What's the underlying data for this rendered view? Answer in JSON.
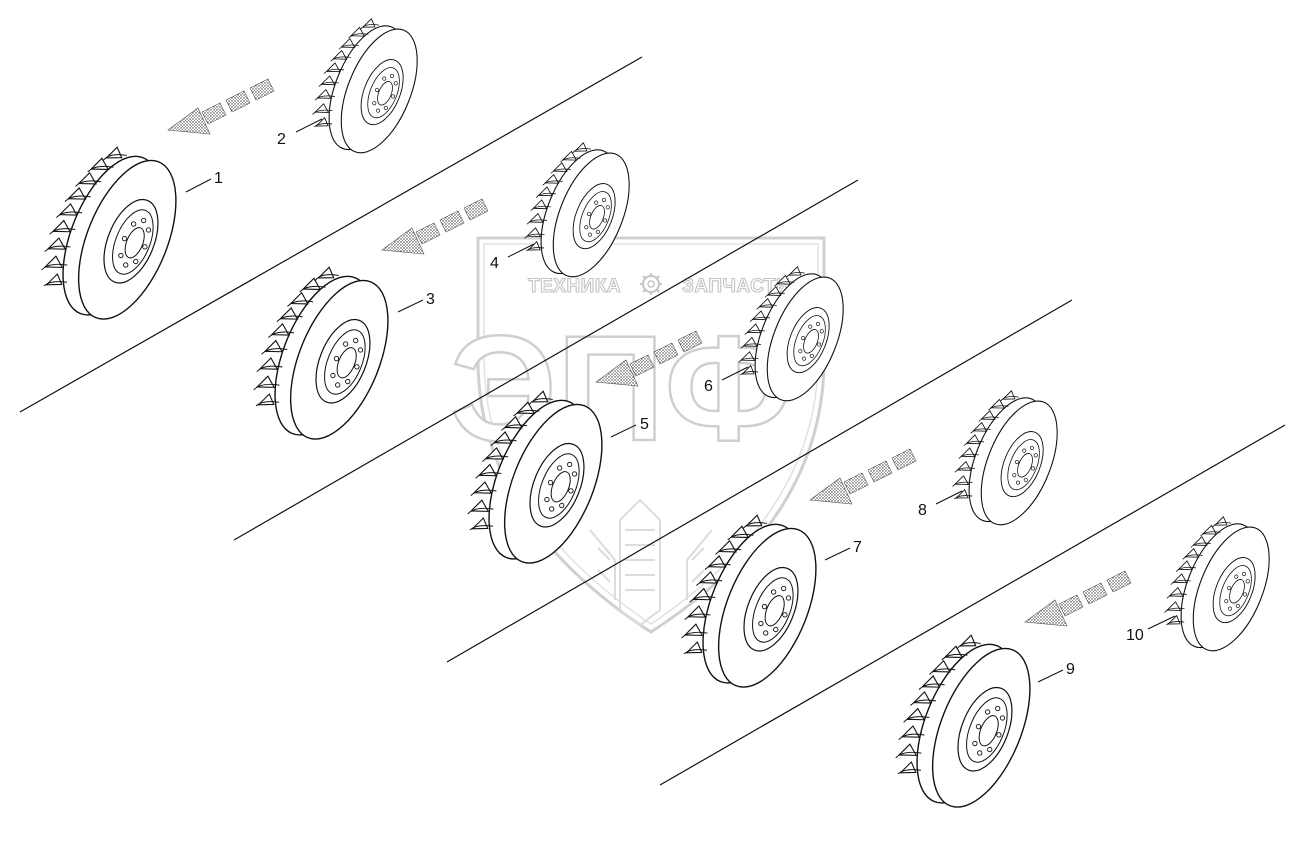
{
  "watermark": {
    "left_word": "ТЕХНИКА",
    "right_word": "ЗАПЧАСТИ",
    "logo_letters": "ЭПФ",
    "gear_icon": "gear-icon"
  },
  "callouts": [
    "1",
    "2",
    "3",
    "4",
    "5",
    "6",
    "7",
    "8",
    "9",
    "10"
  ],
  "arrow_icon": "dashed-arrow-left-icon",
  "tire_icon": "tractor-tire-icon"
}
